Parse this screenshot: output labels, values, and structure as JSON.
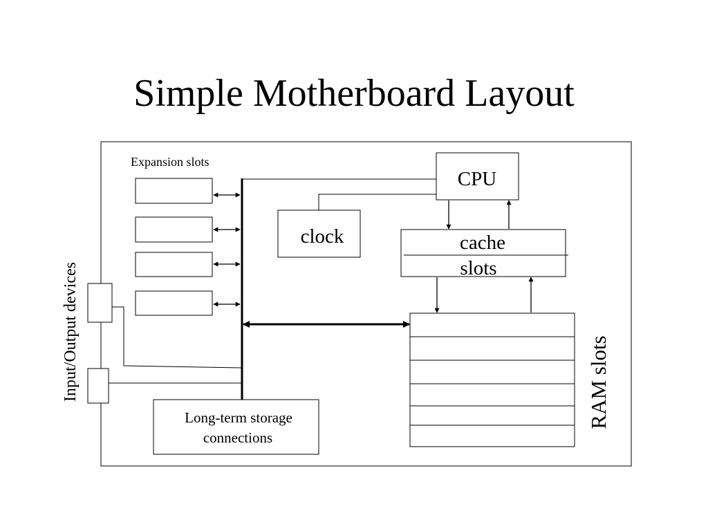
{
  "title": "Simple Motherboard Layout",
  "labels": {
    "expansion_slots": "Expansion slots",
    "cpu": "CPU",
    "clock": "clock",
    "cache_line1": "cache",
    "cache_line2": "slots",
    "io_devices": "Input/Output devices",
    "ram_slots": "RAM slots",
    "storage_line1": "Long-term storage",
    "storage_line2": "connections"
  },
  "counts": {
    "expansion_slots": 4,
    "ram_slots": 6,
    "io_ports": 2
  }
}
